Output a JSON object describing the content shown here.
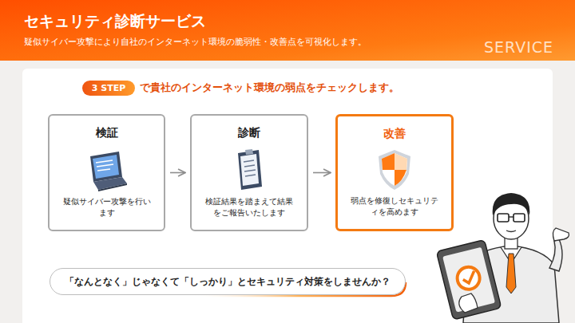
{
  "diagram": {
    "title": "セキュリティ診断サービス",
    "nodes": [
      {
        "text": [
          "3 STEP"
        ]
      },
      {
        "text": [
          "検証",
          "疑似サイバー攻撃を行います"
        ]
      },
      {
        "text": [
          "診断",
          "検証結果を踏まえて結果をご報告いたします"
        ]
      },
      {
        "text": [
          "改善",
          "弱点を修復しセキュリティを高めます"
        ]
      },
      {
        "text": [
          "「なんとなく」じゃなくて「しっかり」とセキュリティ対策をしませんか？"
        ]
      }
    ],
    "edges": [
      {
        "from": 1,
        "to": 2,
        "arrow": "to"
      },
      {
        "from": 2,
        "to": 3,
        "arrow": "to"
      }
    ],
    "labels": [
      "疑似サイバー攻撃により自社のインターネット環境の脆弱性・改善点を可視化します。",
      "SERVICE",
      "で貴社のインターネット環境の弱点をチェックします。"
    ]
  }
}
